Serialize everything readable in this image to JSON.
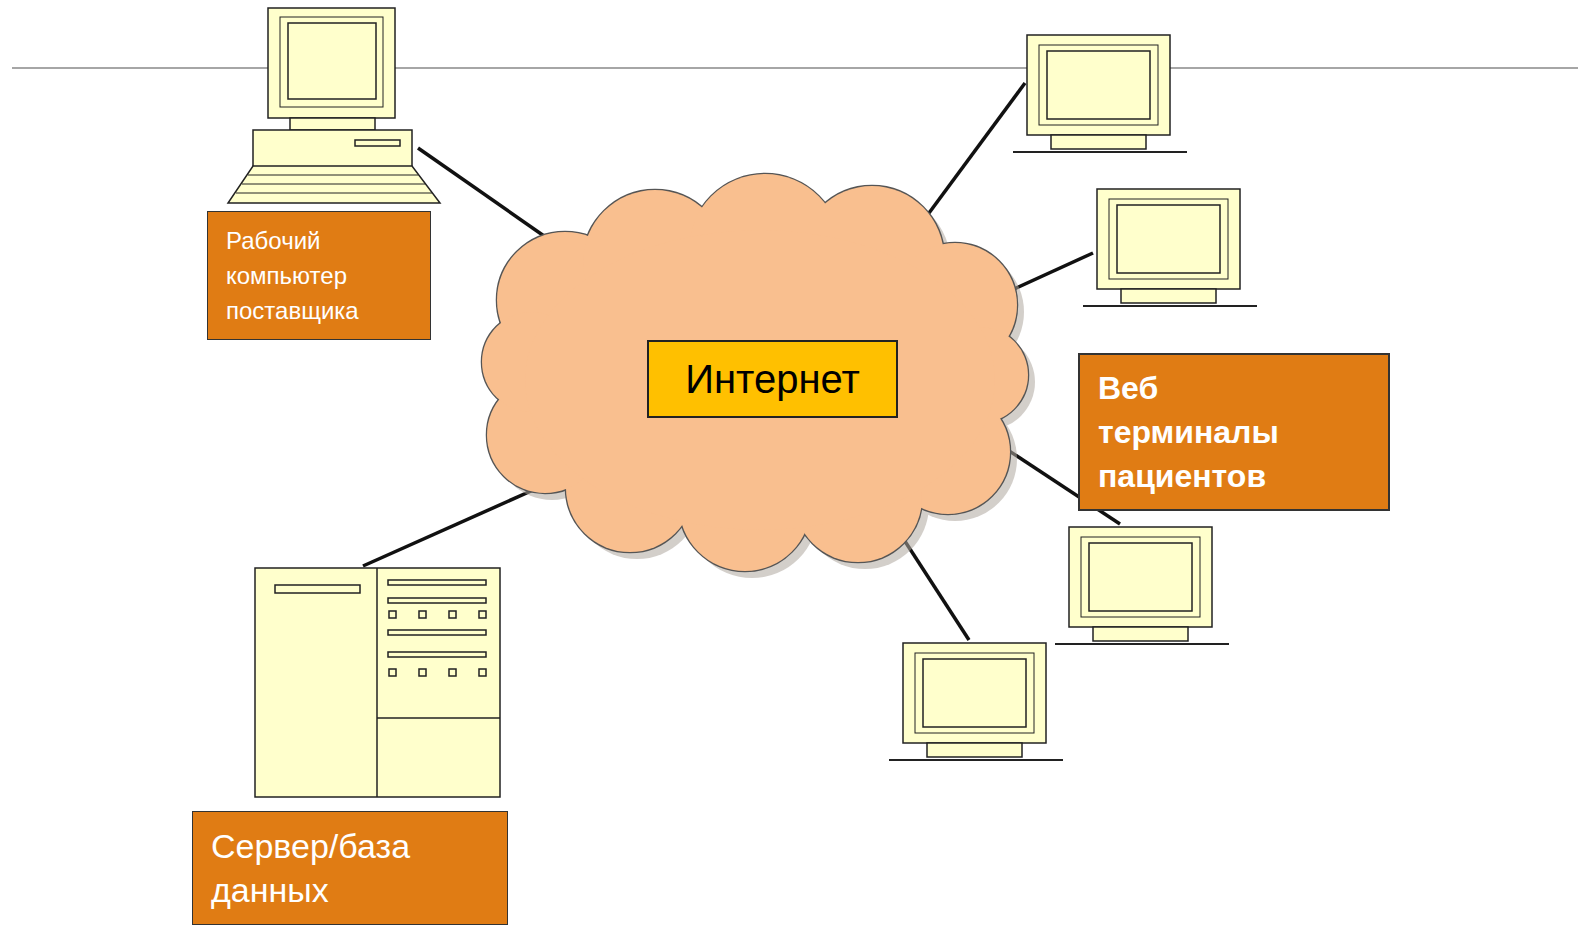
{
  "diagram": {
    "nodes": [
      {
        "text": [
          "Рабочий компьютер поставщика"
        ]
      },
      {
        "text": [
          "Интернет"
        ]
      },
      {
        "text": [
          "Веб терминалы пациентов"
        ]
      },
      {
        "text": [
          "Сервер/база данных"
        ]
      }
    ]
  }
}
